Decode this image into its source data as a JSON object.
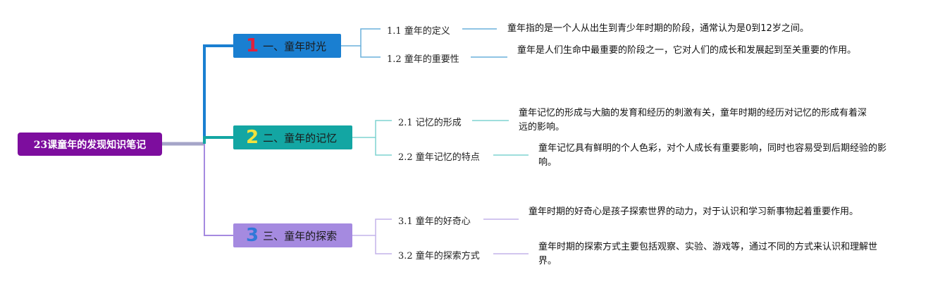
{
  "root": {
    "title": "23课童年的发现知识笔记"
  },
  "branches": [
    {
      "number": "1",
      "label": "一、童年时光",
      "color": "#1a7fd1",
      "number_color": "#e0203c",
      "subs": [
        {
          "label": "1.1 童年的定义",
          "text": "童年指的是一个人从出生到青少年时期的阶段，通常认为是0到12岁之间。"
        },
        {
          "label": "1.2 童年的重要性",
          "text": "童年是人们生命中最重要的阶段之一，它对人们的成长和发展起到至关重要的作用。"
        }
      ]
    },
    {
      "number": "2",
      "label": "二、童年的记忆",
      "color": "#13a6a3",
      "number_color": "#f2e23c",
      "subs": [
        {
          "label": "2.1 记忆的形成",
          "text": "童年记忆的形成与大脑的发育和经历的刺激有关，童年时期的经历对记忆的形成有着深远的影响。"
        },
        {
          "label": "2.2 童年记忆的特点",
          "text": "童年记忆具有鲜明的个人色彩，对个人成长有重要影响，同时也容易受到后期经验的影响。"
        }
      ]
    },
    {
      "number": "3",
      "label": "三、童年的探索",
      "color": "#a58ae0",
      "number_color": "#2f78d8",
      "subs": [
        {
          "label": "3.1 童年的好奇心",
          "text": "童年时期的好奇心是孩子探索世界的动力，对于认识和学习新事物起着重要作用。"
        },
        {
          "label": "3.2 童年的探索方式",
          "text": "童年时期的探索方式主要包括观察、实验、游戏等，通过不同的方式来认识和理解世界。"
        }
      ]
    }
  ]
}
